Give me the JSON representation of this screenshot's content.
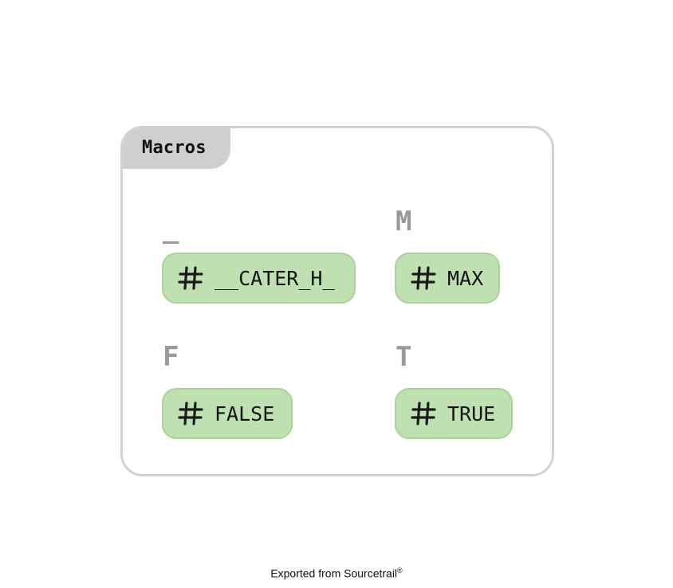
{
  "group": {
    "title": "Macros"
  },
  "sections": [
    {
      "letter": "_",
      "nodes": [
        {
          "label": "__CATER_H_",
          "icon": "hash-icon"
        }
      ]
    },
    {
      "letter": "M",
      "nodes": [
        {
          "label": "MAX",
          "icon": "hash-icon"
        }
      ]
    },
    {
      "letter": "F",
      "nodes": [
        {
          "label": "FALSE",
          "icon": "hash-icon"
        }
      ]
    },
    {
      "letter": "T",
      "nodes": [
        {
          "label": "TRUE",
          "icon": "hash-icon"
        }
      ]
    }
  ],
  "footer": {
    "text": "Exported from Sourcetrail",
    "mark": "®"
  },
  "colors": {
    "node_fill": "#bfe0b0",
    "node_border": "#acd29c",
    "group_border": "#d2d2d2",
    "group_tab": "#cfcfcf",
    "letter": "#999999"
  }
}
